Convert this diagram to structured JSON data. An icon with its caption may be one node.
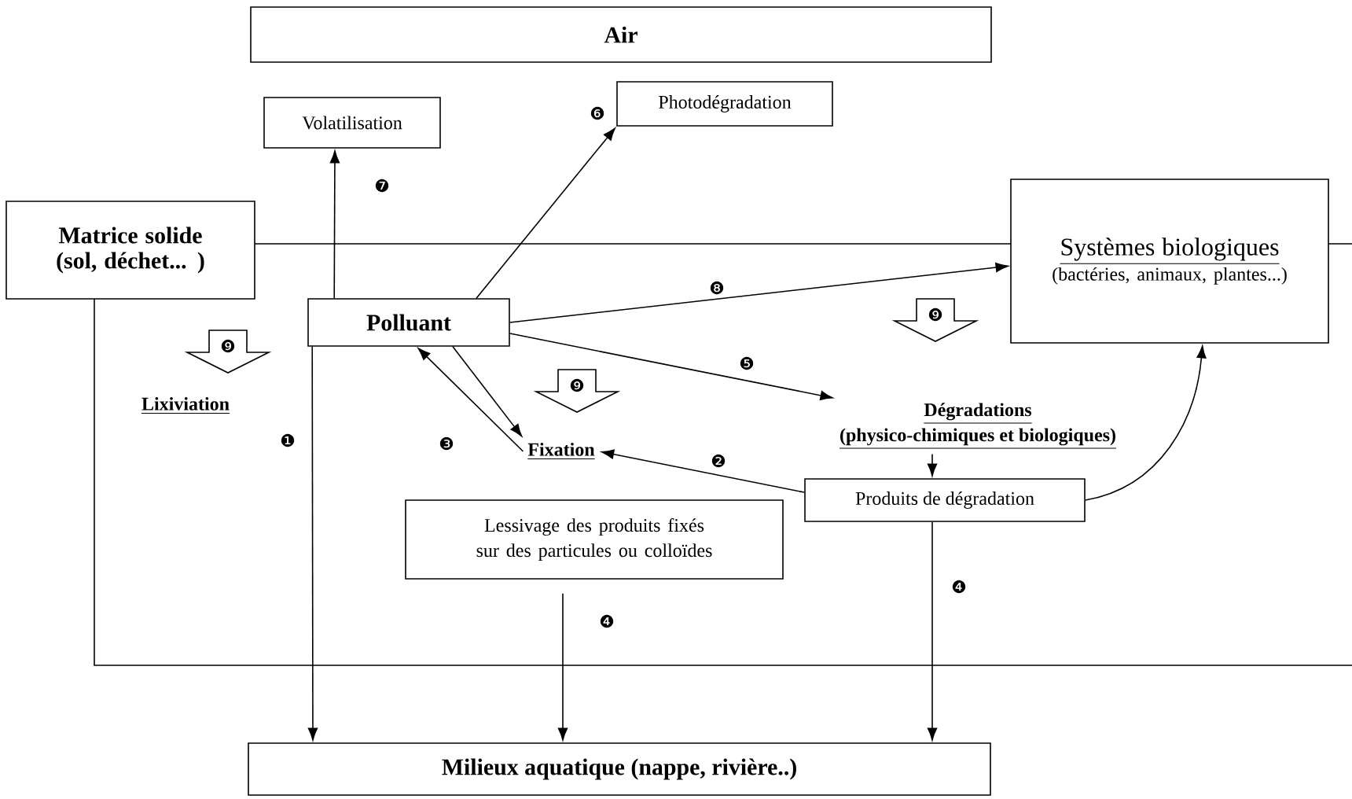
{
  "diagram": {
    "nodes": [
      {
        "text": [
          "Air"
        ]
      },
      {
        "text": [
          "Volatilisation"
        ]
      },
      {
        "text": [
          "Photodégradation"
        ]
      },
      {
        "text": [
          "Matrice solide (sol, déchet... )"
        ]
      },
      {
        "text": [
          "Systèmes biologiques",
          "(bactéries, animaux, plantes...)"
        ]
      },
      {
        "text": [
          "Polluant"
        ]
      },
      {
        "text": [
          "Dégradations",
          "(physico-chimiques et biologiques)"
        ]
      },
      {
        "text": [
          "Fixation"
        ]
      },
      {
        "text": [
          "Lessivage des produits fixés sur des particules ou colloïdes"
        ]
      },
      {
        "text": [
          "Produits de dégradation"
        ]
      },
      {
        "text": [
          "Milieux aquatique (nappe, rivière..)"
        ]
      }
    ],
    "edges": [
      {
        "from": 5,
        "to": 1,
        "arrow": "to",
        "label": "❼"
      },
      {
        "from": 5,
        "to": 2,
        "arrow": "to",
        "label": "❻"
      },
      {
        "from": 5,
        "to": 4,
        "arrow": "to",
        "label": "❽"
      },
      {
        "from": 5,
        "to": 6,
        "arrow": "to",
        "label": "❺"
      },
      {
        "from": 5,
        "to": 7,
        "arrow": "to"
      },
      {
        "from": 7,
        "to": 5,
        "arrow": "to",
        "label": "❸"
      },
      {
        "from": 9,
        "to": 7,
        "arrow": "to",
        "label": "❷"
      },
      {
        "from": 6,
        "to": 9,
        "arrow": "to"
      },
      {
        "from": 9,
        "to": 4,
        "arrow": "to"
      },
      {
        "from": 8,
        "to": 10,
        "arrow": "to",
        "label": "❹"
      },
      {
        "from": 9,
        "to": 10,
        "arrow": "to",
        "label": "❹"
      },
      {
        "from": 5,
        "to": 10,
        "arrow": "to",
        "label": "❶"
      }
    ],
    "labels": [
      "❾",
      "❾",
      "❾",
      "Lixiviation"
    ]
  }
}
